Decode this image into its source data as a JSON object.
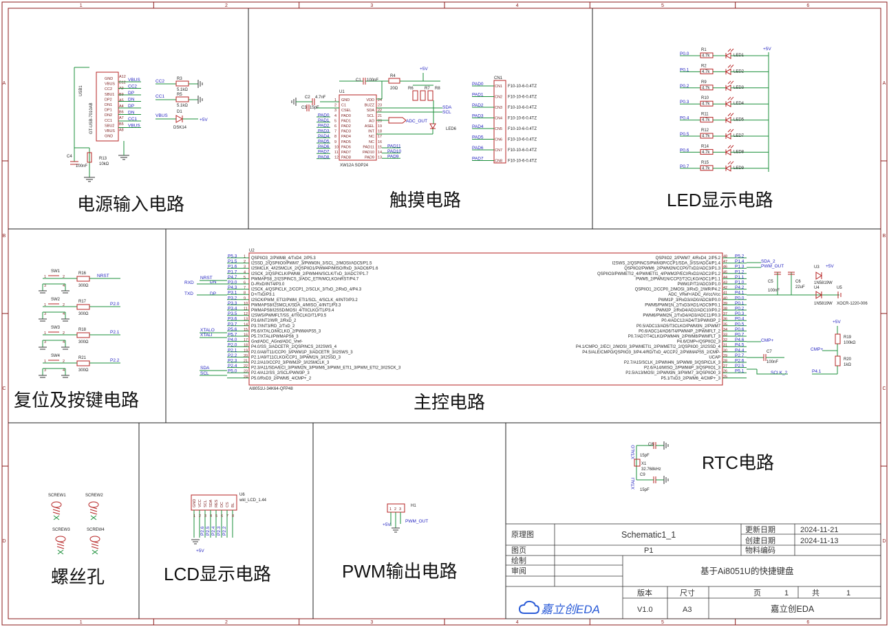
{
  "rulers": {
    "columns": [
      "1",
      "2",
      "3",
      "4",
      "5",
      "6"
    ],
    "rows": [
      "A",
      "B",
      "C",
      "D"
    ]
  },
  "sections": {
    "power": "电源输入电路",
    "touch": "触摸电路",
    "led": "LED显示电路",
    "reset_keys": "复位及按键电路",
    "mcu": "主控电路",
    "screw": "螺丝孔",
    "lcd": "LCD显示电路",
    "pwm": "PWM输出电路",
    "rtc": "RTC电路"
  },
  "power_block": {
    "connector_ref": "USB1",
    "connector_part": "GT-USB-7010AB",
    "pins_left": [
      "GND",
      "VBUS",
      "CC2",
      "SBU1",
      "DP2",
      "DN1",
      "DP1",
      "DN2",
      "CC1",
      "SBU2",
      "VBUS",
      "GND"
    ],
    "pins_right": [
      "A12",
      "B12",
      "A9",
      "B9",
      "A5",
      "A4",
      "B6",
      "A7",
      "B5",
      "A8"
    ],
    "nets": [
      "VBUS",
      "CC2",
      "DP",
      "DN",
      "DP",
      "DN",
      "CC1",
      "VBUS"
    ],
    "r3": {
      "ref": "R3",
      "value": "5.1kΩ",
      "net": "CC2"
    },
    "r5": {
      "ref": "R5",
      "value": "5.1kΩ",
      "net": "CC1"
    },
    "d1": {
      "ref": "D1",
      "part": "DSK14",
      "net_in": "VBUS",
      "net_out": "+5V"
    },
    "c4": {
      "ref": "C4",
      "value": "100nF"
    },
    "r13": {
      "ref": "R13",
      "value": "10kΩ"
    }
  },
  "touch_block": {
    "ic_ref": "U1",
    "ic_part": "XW12A SOP24",
    "left_pins": [
      "GND",
      "C1",
      "CSEL",
      "PAD0",
      "PAD1",
      "PAD2",
      "PAD3",
      "PAD4",
      "PAD5",
      "PAD6",
      "PAD7",
      "PAD8"
    ],
    "right_pins": [
      "VDD",
      "BUZZ",
      "SDA",
      "SCL",
      "AO",
      "ASEL",
      "INT",
      "NC",
      "NC",
      "PAD11",
      "PAD10",
      "PAD9"
    ],
    "left_nets": [
      "PAD0",
      "PAD1",
      "PAD2",
      "PAD3",
      "PAD4",
      "PAD5",
      "PAD6",
      "PAD7",
      "PAD8"
    ],
    "right_nets": [
      "PAD11",
      "PAD10",
      "PAD9"
    ],
    "c1": {
      "ref": "C1",
      "value": "100nF"
    },
    "r4": {
      "ref": "R4",
      "value": "20Ω"
    },
    "c2": {
      "ref": "C2",
      "value": "4.7nF"
    },
    "c3": {
      "ref": "C3",
      "value": "15pF"
    },
    "r6": "R6",
    "r7": "R7",
    "r8": "R8",
    "power": "+5V",
    "sda": "SDA",
    "scl": "SCL",
    "adc": "ADC_OUT",
    "led": "LED6",
    "cn_ref": "CN1",
    "pads": [
      "PAD0",
      "PAD1",
      "PAD2",
      "PAD3",
      "PAD4",
      "PAD5",
      "PAD6",
      "PAD7"
    ],
    "cn_part": "F10-10-6-0.4TZ",
    "cn_pins": [
      "CN1",
      "CN2",
      "CN3",
      "CN4",
      "CN5",
      "CN6",
      "CN7",
      "CN8"
    ]
  },
  "led_block": {
    "power": "+5V",
    "rows": [
      {
        "net": "P0.0",
        "r": "R1",
        "v": "4.7k",
        "led": "LED1"
      },
      {
        "net": "P0.1",
        "r": "R2",
        "v": "4.7k",
        "led": "LED2"
      },
      {
        "net": "P0.2",
        "r": "R9",
        "v": "4.7k",
        "led": "LED3"
      },
      {
        "net": "P0.3",
        "r": "R10",
        "v": "4.7k",
        "led": "LED4"
      },
      {
        "net": "P0.4",
        "r": "R11",
        "v": "4.7k",
        "led": "LED5"
      },
      {
        "net": "P0.5",
        "r": "R12",
        "v": "4.7k",
        "led": "LED7"
      },
      {
        "net": "P0.6",
        "r": "R14",
        "v": "4.7k",
        "led": "LED8"
      },
      {
        "net": "P0.7",
        "r": "R15",
        "v": "4.7k",
        "led": "LED9"
      }
    ]
  },
  "keys_block": {
    "rows": [
      {
        "sw": "SW1",
        "r": "R16",
        "v": "300Ω",
        "net": "NRST"
      },
      {
        "sw": "SW2",
        "r": "R17",
        "v": "300Ω",
        "net": "P2.0"
      },
      {
        "sw": "SW3",
        "r": "R18",
        "v": "300Ω",
        "net": "P2.1"
      },
      {
        "sw": "SW4",
        "r": "R21",
        "v": "300Ω",
        "net": "P2.2"
      }
    ]
  },
  "mcu_block": {
    "ref": "U2",
    "part": "AI8051U-34K64-QFP48",
    "left_ports": [
      "P5.3",
      "P1.5",
      "P1.6",
      "P1.7",
      "P4.7",
      "P3.0",
      "P4.3",
      "P3.1",
      "P3.2",
      "P3.3",
      "P3.4",
      "P3.5",
      "P3.6",
      "P3.7",
      "P5.6",
      "P5.7",
      "P4.0",
      "P2.0",
      "P2.1",
      "P2.2",
      "P2.3",
      "P2.4",
      "P5.0"
    ],
    "left_funcs": [
      "QSPIIO3_2/PWM8_4/TxD4_2/P5.3",
      "I2SSD_2/QSPIIO0/PWM7_3/PWM3N_3/SCL_2/MOSI/ADC5/P1.5",
      "I2SMCLK_4/I2SMCLK_2/QSPIIO1/PWM4P/MISO/RxD_3/ADC6/P1.6",
      "I2SCK_2/QSPICLK/PWM8_2/PWM4N/SCLK/TxD_3/ADC7/P1.7",
      "PWMAPS8_2/I2SPINCS_3/ADC_ETR/MCLKO/nRST/P4.7",
      "D-/RxD/INT4/P3.0",
      "I2SCK_4/QSPICLK_2/CCP1_2/SCLK_3/TxD_2/RxD_4/P4.3",
      "D+/TxD/P3.1",
      "I2SCK/PWM_ETI2/PWM_ETI1/SCL_4/SCLK_4/INT0/P3.2",
      "PWMAPS8/I2SMCLK/SDA_4/MISO_4/INT1/P3.3",
      "PWMAPS8/I2SSD/MOSI_4/T0CLKO/T1/P3.4",
      "I2SWS/PWMFLT/SS_4/T0CLKO/T1/P3.5",
      "P3.6/INT2/WR_2/RxD_2",
      "P3.7/INT3/RD_2/TxD_2",
      "P5.6/XTALO/MCLKO_2/PWMAPS5_3",
      "P5.7/XTALI/PWMAPS6_3",
      "Gnd/ADC_AGnd/ADC_Vref-",
      "P4.0/SS_3/ADCETR_2/QSPINCS_2/I2SWS_4",
      "P2.0/A8/T11/CCP0_3/PWM1P_3/ADCETR_3/I2SWS_3",
      "P2.1/A9/T11CLKO/CCP1_3/PWM1N_3/I2SSD_3",
      "P2.2/A10/CCP2_3/PWM2P_3/I2SMCLK_3",
      "P2.3/A11/SDA/ECI_3/PWM2N_3/PWM6_3/PWM_ETI1_3/PWM_ETI2_3/I2SCK_3",
      "P2.4/A12/SS_2/SCL/PWM3P_3",
      "P5.0/RxD3_2/PWM5_4/CMP+_2"
    ],
    "right_ports": [
      "P5.2",
      "P1.4",
      "P1.3",
      "P1.2",
      "P1.1",
      "P1.0",
      "P4.2",
      "P4.1",
      "P0.0",
      "P0.1",
      "P0.2",
      "P0.3",
      "P0.4",
      "P0.5",
      "P0.6",
      "P0.7",
      "P4.6",
      "P4.5",
      "P4.4",
      "P2.7",
      "P2.6",
      "P2.5",
      "P5.1"
    ],
    "right_funcs": [
      "QSPIIO2_2/PWM7_4/RxD4_2/P5.2",
      "I2SWS_2/QSPINCS/PWM3P/CCP1/SDA_3/SS/ADC4/P1.4",
      "QSPIIO2/PWM6_2/PWM2N/CCP0/TxD2/ADC3/P1.3",
      "QSPIIO3/PWMETI2_4/PWMETI1_4/PWM2P/ECI/RxD2/ADC2/P1.2",
      "PWM5_2/PWM1N/CCP2/T2CLKO/ADC1/P1.1",
      "PWM1P/T2/ADC0/P1.0",
      "QSPIIO1_2/CCP0_2/MOSI_3/RxD_2/WR/P4.2",
      "ADC_VRef+/ADC_AVcc/Vcc",
      "PWM1P_3/RxD3/AD0/ADC8/P0.0",
      "PWM5/PWM1N_2/TxD3/AD1/ADC9/P0.1",
      "PWM2P_2/RxD4/AD2/ADC10/P0.2",
      "PWM6/PWM2N_2/TxD4/AD3/ADC11/P0.3",
      "P0.4/ADC12/AD4/T3/PWM3P_2",
      "P0.5/ADC13/AD5/T3CLKO/PWM3N_2/PWM7",
      "P0.6/ADC14/AD6/T4/PWM4P_2/PWMFLT_2",
      "P0.7/AD7/T4CLKO/PWM4N_2/PWM8/PWMFLT_3",
      "P4.6/CMP+/QSPIIO2_3",
      "P4.1/CMPO_2/ECI_2/MOSI_3/PWMETI1_2/PWMETI2_2/QSPIIO0_2/I2SSD_4",
      "P4.5/ALE/CMPO/QSPIIO3_3/P4.4/RD/TxD_4/CCP2_2/PWMAPS5_2/CMP-",
      "UCAP",
      "P2.7/A15/SCLK_2/PWM4N_3/PWM8_3/QSPICLK_3",
      "P2.6/A14/MISO_2/PWM4P_3/QSPIIO1_3",
      "P2.5/A13/MOSI_2/PWM3N_3/PWM7_3/QSPIIO0_3",
      "P5.1/TxD3_2/PWM6_4/CMP+_3"
    ],
    "left_nets": {
      "nrst": "NRST",
      "dn": "DN",
      "dp": "DP",
      "rxd": "RXD",
      "txd": "TXD",
      "xtalo": "XTALO",
      "xtali": "XTALI",
      "sda": "SDA",
      "scl": "SCL"
    },
    "right_nets": {
      "sda2": "SDA_2",
      "pwm": "PWM_OUT",
      "cmp": "CMP+",
      "ucap": "UCAP",
      "sclk": "SCLK_2",
      "p41": "P4.1",
      "plus5": "+5V"
    },
    "c5": {
      "ref": "C5",
      "value": "100nF"
    },
    "c6": {
      "ref": "C6",
      "value": "22uF"
    },
    "c7": {
      "ref": "C7",
      "value": "100nF"
    },
    "u3": {
      "ref": "U3",
      "part": "1N5819W"
    },
    "u4": {
      "ref": "U4",
      "part": "1N5819W"
    },
    "u5": {
      "ref": "U5",
      "part": "XOCR-1220-006"
    },
    "r19": {
      "ref": "R19",
      "value": "100kΩ"
    },
    "r20": {
      "ref": "R20",
      "value": "1kΩ"
    }
  },
  "rtc_block": {
    "c8": {
      "ref": "C8",
      "value": "15pF"
    },
    "c9": {
      "ref": "C9",
      "value": "15pF"
    },
    "x1": {
      "ref": "X1",
      "value": "32.768kHz"
    },
    "xtalo": "XTALO",
    "xtali": "XTALI"
  },
  "screw_block": {
    "items": [
      "SCREW1",
      "SCREW2",
      "SCREW3",
      "SCREW4"
    ]
  },
  "lcd_block": {
    "ref": "U6",
    "part": "wkl_LCD_1.44",
    "pins": [
      "GND",
      "VCC",
      "SCL",
      "SDA",
      "RES",
      "DC",
      "CS",
      "BL"
    ],
    "nets": [
      "P2.6",
      "P2.5",
      "P2.4",
      "P2.3",
      "P2.2"
    ],
    "power": "+5V"
  },
  "pwm_block": {
    "ref": "H1",
    "power": "+5V",
    "net": "PWM_OUT",
    "pins": [
      "1",
      "2",
      "3"
    ]
  },
  "title_block": {
    "schematic_label": "原理图",
    "schematic_value": "Schematic1_1",
    "update_label": "更新日期",
    "update_value": "2024-11-21",
    "create_label": "创建日期",
    "create_value": "2024-11-13",
    "page_label": "图页",
    "page_value": "P1",
    "part_label": "物料编码",
    "draw_label": "绘制",
    "review_label": "审阅",
    "project": "基于Ai8051U的快捷键盘",
    "version_label": "版本",
    "size_label": "尺寸",
    "page_idx_label": "页",
    "page_idx": "1",
    "total_label": "共",
    "total": "1",
    "version": "V1.0",
    "size": "A3",
    "company": "嘉立创EDA",
    "logo_text": "嘉立创EDA"
  }
}
